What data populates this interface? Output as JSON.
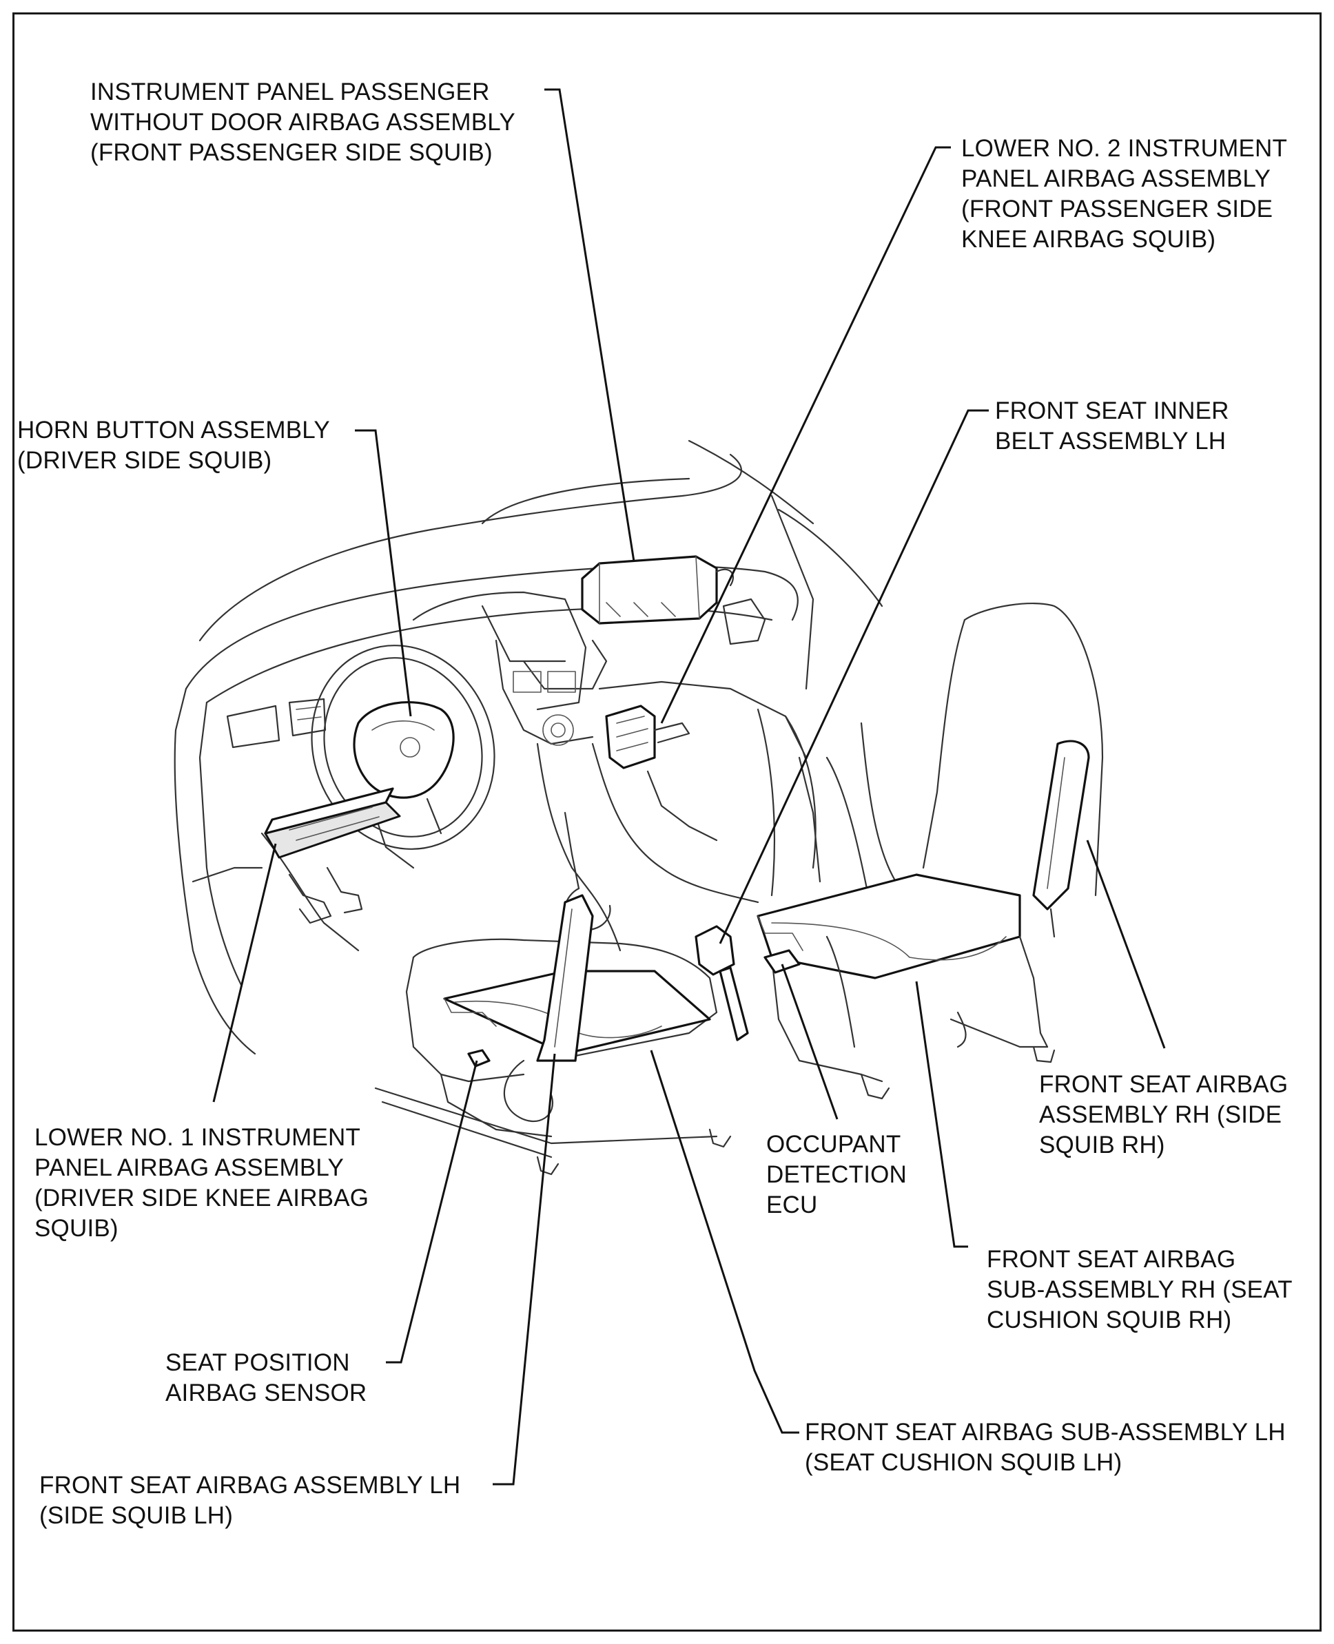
{
  "labels": {
    "passenger_airbag": "INSTRUMENT PANEL PASSENGER\nWITHOUT DOOR AIRBAG ASSEMBLY\n(FRONT PASSENGER SIDE SQUIB)",
    "lower_no2": "LOWER NO. 2 INSTRUMENT\nPANEL AIRBAG ASSEMBLY\n(FRONT PASSENGER SIDE\nKNEE AIRBAG SQUIB)",
    "horn_button": "HORN BUTTON ASSEMBLY\n(DRIVER SIDE SQUIB)",
    "inner_belt": "FRONT SEAT INNER\nBELT ASSEMBLY LH",
    "lower_no1": "LOWER NO. 1 INSTRUMENT\nPANEL AIRBAG ASSEMBLY\n(DRIVER SIDE KNEE AIRBAG\nSQUIB)",
    "front_seat_airbag_rh": "FRONT SEAT AIRBAG\nASSEMBLY RH (SIDE\nSQUIB RH)",
    "occupant_ecu": "OCCUPANT\nDETECTION\nECU",
    "seat_sub_rh": "FRONT SEAT AIRBAG\nSUB-ASSEMBLY RH (SEAT\nCUSHION SQUIB RH)",
    "seat_position_sensor": "SEAT POSITION\nAIRBAG SENSOR",
    "seat_sub_lh": "FRONT SEAT AIRBAG SUB-ASSEMBLY LH\n(SEAT CUSHION SQUIB LH)",
    "front_seat_airbag_lh": "FRONT SEAT AIRBAG ASSEMBLY LH\n(SIDE SQUIB LH)"
  },
  "colors": {
    "line": "#111111",
    "background": "#ffffff"
  }
}
